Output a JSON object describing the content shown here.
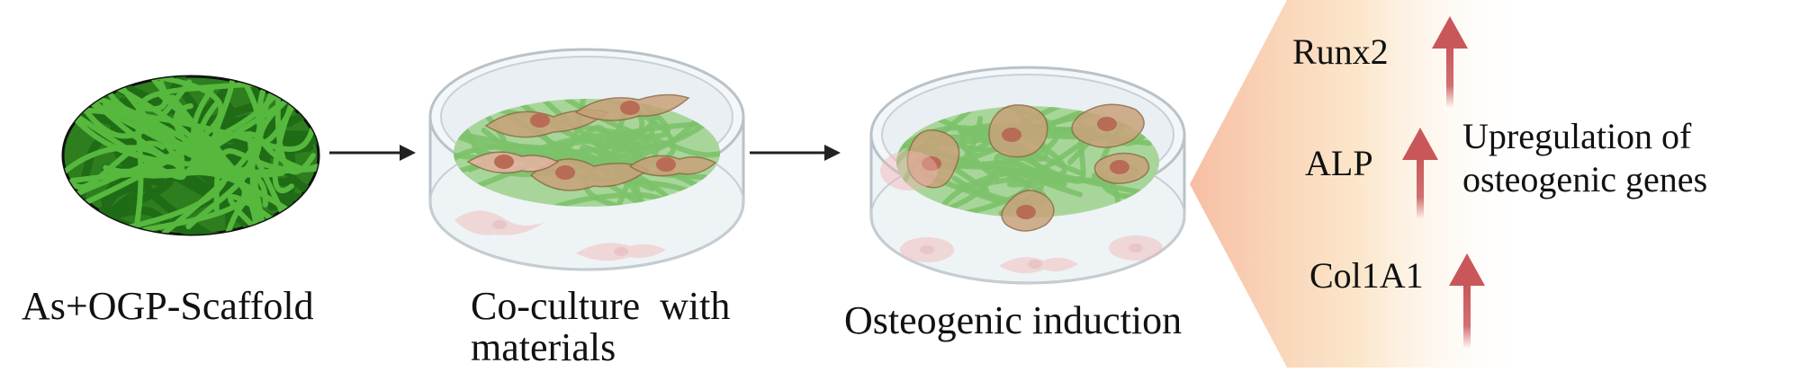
{
  "steps": {
    "scaffold": "As+OGP-Scaffold",
    "coculture_line1": "Co-culture  with",
    "coculture_line2": "materials",
    "induction": "Osteogenic induction"
  },
  "genes": {
    "runx2": "Runx2",
    "alp": "ALP",
    "col1a1": "Col1A1"
  },
  "summary": {
    "line1": "Upregulation of",
    "line2": "osteogenic genes"
  },
  "colors": {
    "fiber_green": "#3f9e2a",
    "scaffold_dark": "#1f6b16",
    "cell_fill": "#c9a27a",
    "cell_nucleus": "#b86b55",
    "arrow_red": "#c9575a",
    "dish_edge": "#b9c2c8",
    "callout_gradient": "#f6c49a"
  }
}
